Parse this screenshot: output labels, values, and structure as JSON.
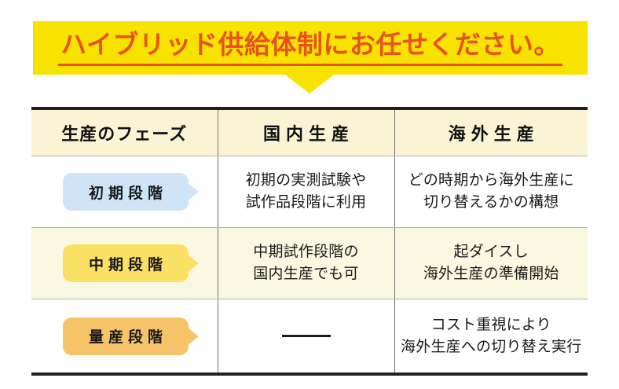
{
  "banner": {
    "title": "ハイブリッド供給体制にお任せください。",
    "bg_color": "#f8e200",
    "text_color": "#e8521c"
  },
  "table": {
    "headers": [
      {
        "label": "生産のフェーズ"
      },
      {
        "label": "国内生産"
      },
      {
        "label": "海外生産"
      }
    ],
    "rows": [
      {
        "badge": {
          "label": "初期段階",
          "color": "#cfe5f7"
        },
        "domestic": {
          "line1": "初期の実測試験や",
          "line2": "試作品段階に利用"
        },
        "overseas": {
          "line1": "どの時期から海外生産に",
          "line2": "切り替えるかの構想"
        }
      },
      {
        "badge": {
          "label": "中期段階",
          "color": "#fae065"
        },
        "domestic": {
          "line1": "中期試作段階の",
          "line2": "国内生産でも可"
        },
        "overseas": {
          "line1": "起ダイスし",
          "line2": "海外生産の準備開始"
        }
      },
      {
        "badge": {
          "label": "量産段階",
          "color": "#f6c368"
        },
        "domestic": {
          "line1": "—",
          "line2": ""
        },
        "overseas": {
          "line1": "コスト重視により",
          "line2": "海外生産への切り替え実行"
        }
      }
    ]
  }
}
